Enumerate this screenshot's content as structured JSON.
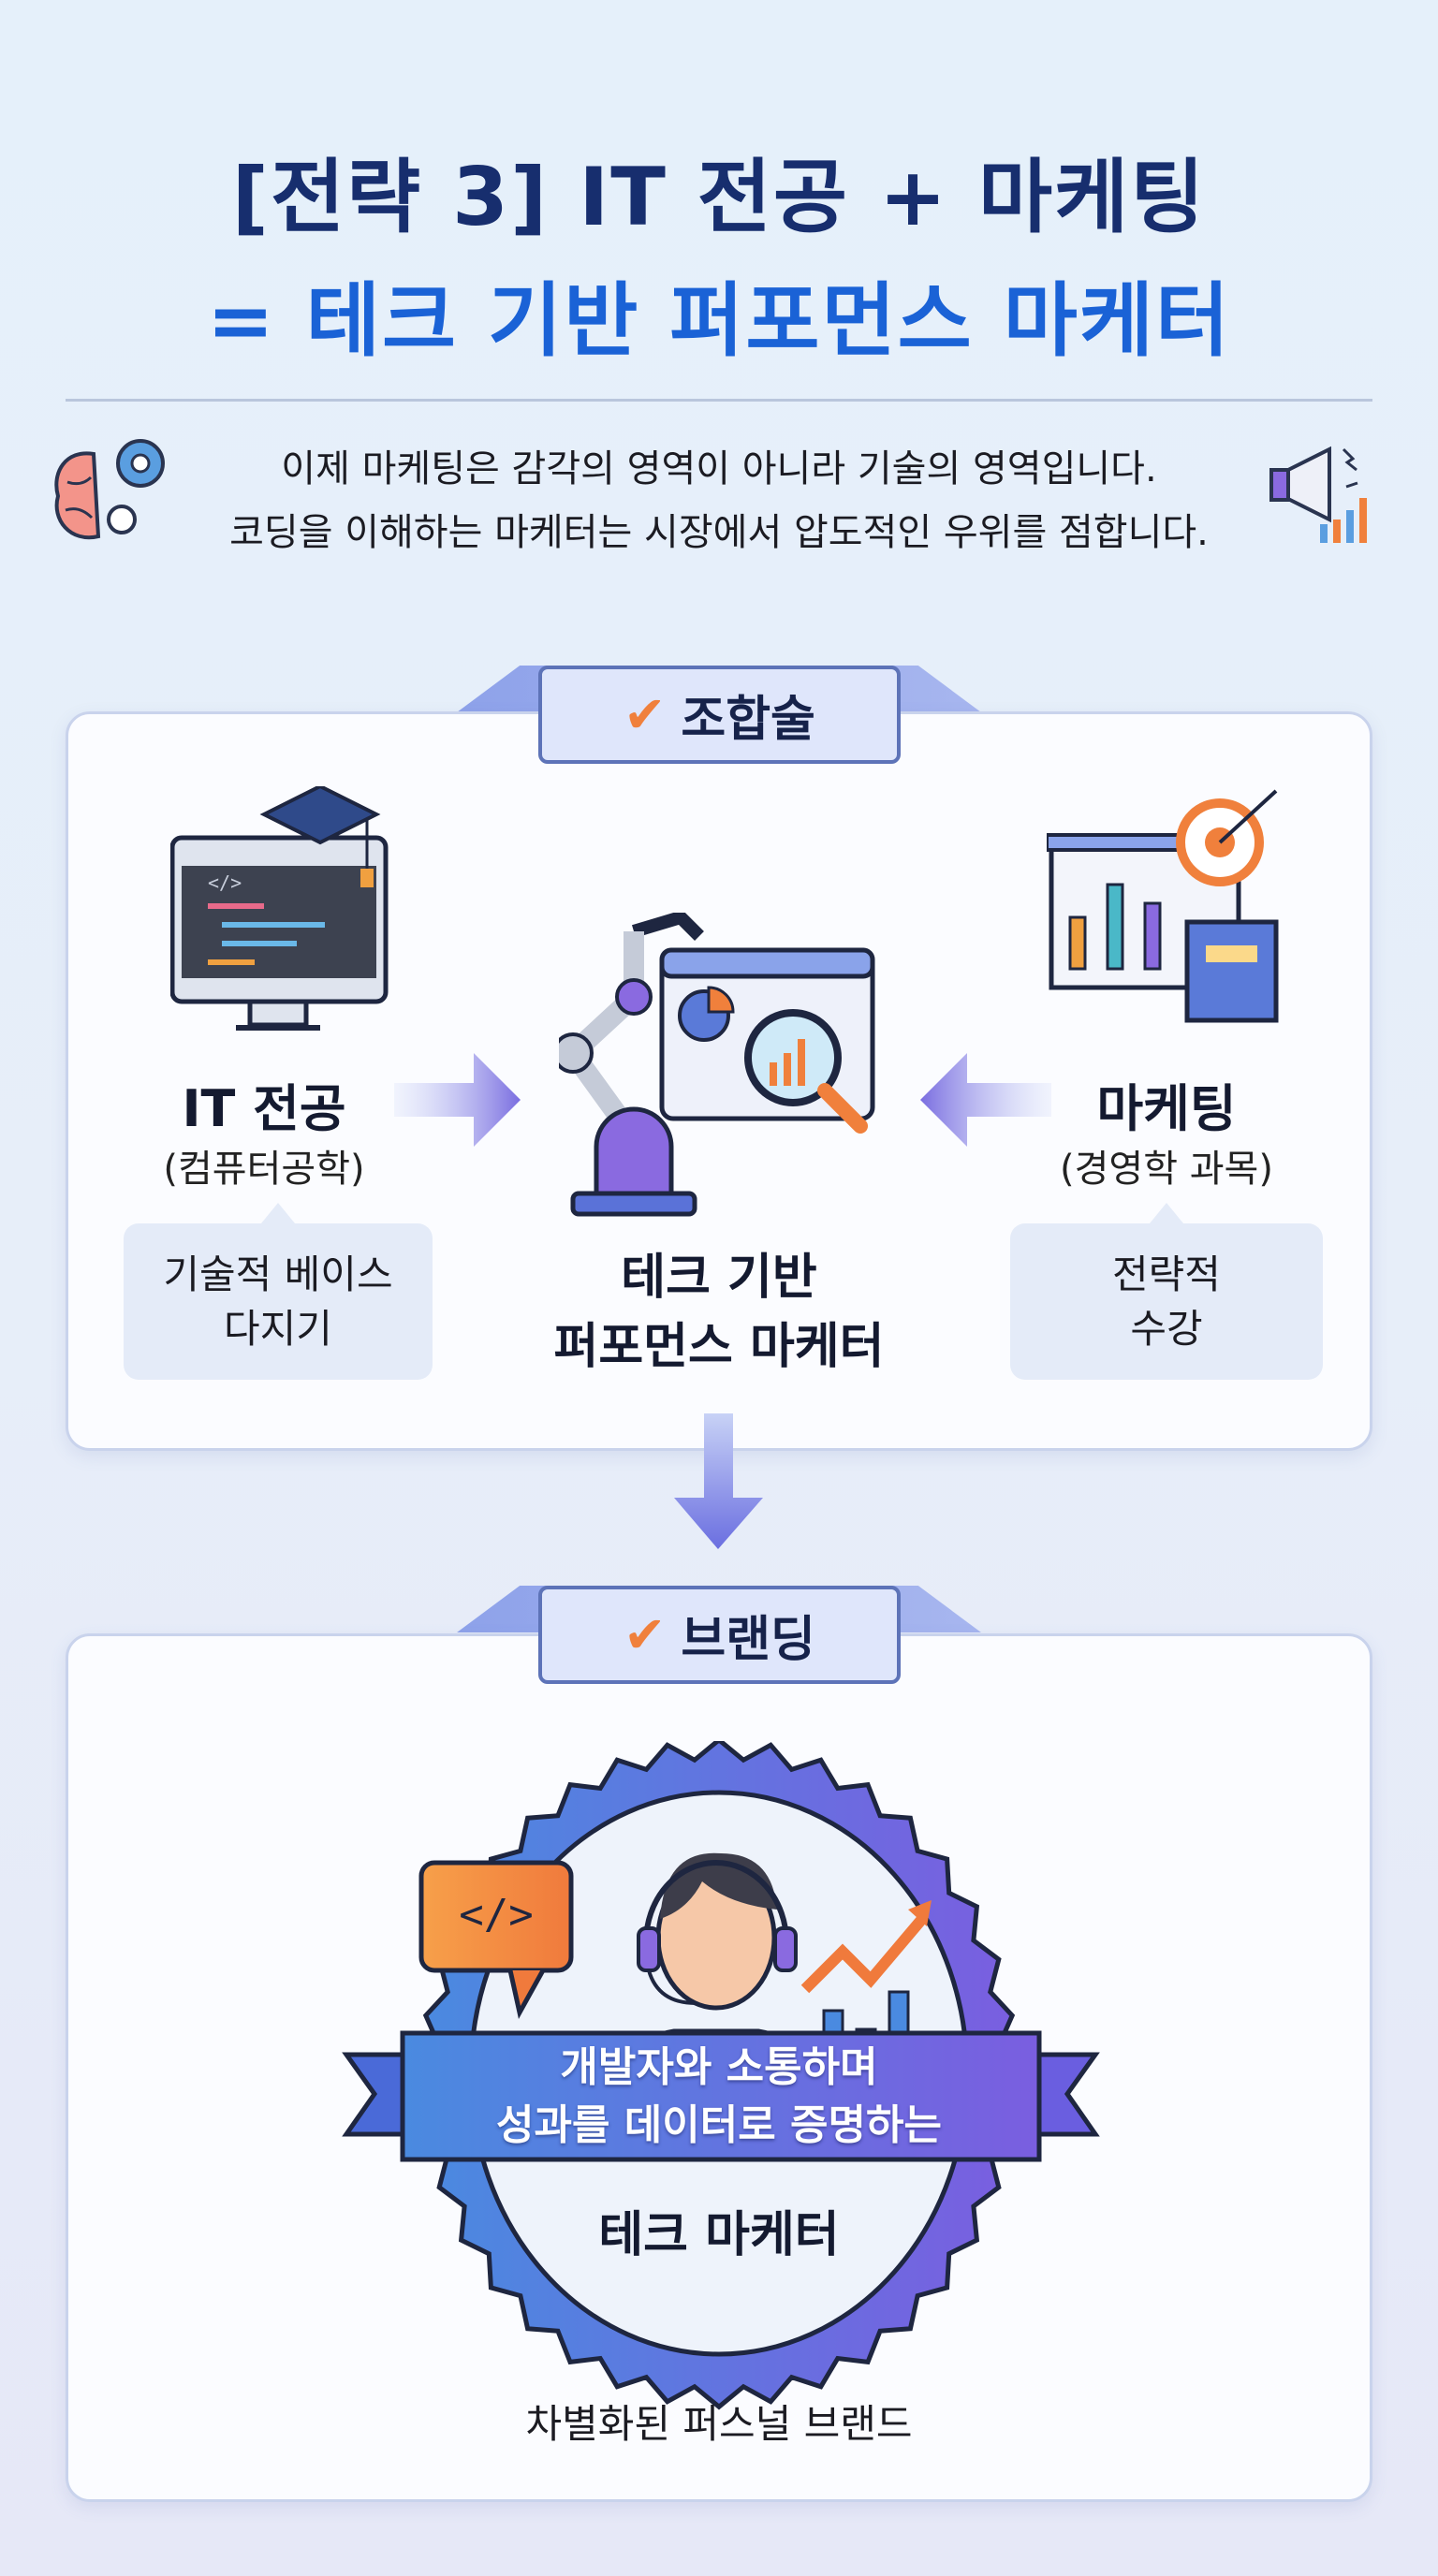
{
  "header": {
    "title_line1": "[전략 3] IT 전공 + 마케팅",
    "title_line2": "= 테크 기반 퍼포먼스 마케터",
    "subtitle_line1": "이제 마케팅은 감각의 영역이 아니라 기술의 영역입니다.",
    "subtitle_line2": "코딩을 이해하는 마케터는 시장에서 압도적인 우위를 점합니다."
  },
  "combination": {
    "tag": "조합술",
    "left": {
      "title": "IT 전공",
      "sub": "(컴퓨터공학)",
      "box_line1": "기술적 베이스",
      "box_line2": "다지기"
    },
    "center": {
      "line1": "테크 기반",
      "line2": "퍼포먼스 마케터"
    },
    "right": {
      "title": "마케팅",
      "sub": "(경영학 과목)",
      "box_line1": "전략적",
      "box_line2": "수강"
    }
  },
  "branding": {
    "tag": "브랜딩",
    "code_bubble": "</>",
    "ribbon_line1": "개발자와 소통하며",
    "ribbon_line2": "성과를 데이터로 증명하는",
    "badge_title": "테크 마케터",
    "caption": "차별화된 퍼스널 브랜드"
  },
  "colors": {
    "title_dark": "#172e6e",
    "title_blue": "#1a62d6",
    "accent_orange": "#f0803c",
    "accent_purple": "#7b5ee0"
  }
}
